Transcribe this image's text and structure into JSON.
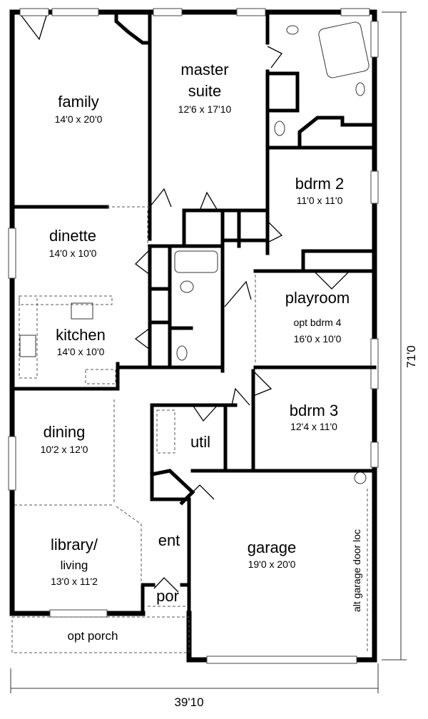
{
  "rooms": {
    "family": {
      "name": "family",
      "size": "14'0 x 20'0"
    },
    "master": {
      "name1": "master",
      "name2": "suite",
      "size": "12'6 x 17'10"
    },
    "bdrm2": {
      "name": "bdrm 2",
      "size": "11'0 x 11'0"
    },
    "dinette": {
      "name": "dinette",
      "size": "14'0 x 10'0"
    },
    "playroom": {
      "name": "playroom",
      "sub": "opt bdrm 4",
      "size": "16'0 x 10'0"
    },
    "kitchen": {
      "name": "kitchen",
      "size": "14'0 x 10'0"
    },
    "bdrm3": {
      "name": "bdrm 3",
      "size": "12'4 x 11'0"
    },
    "dining": {
      "name": "dining",
      "size": "10'2 x 12'0"
    },
    "util": {
      "name": "util"
    },
    "library": {
      "name1": "library/",
      "name2": "living",
      "size": "13'0 x 11'2"
    },
    "ent": {
      "name": "ent"
    },
    "garage": {
      "name": "garage",
      "size": "19'0 x 20'0",
      "note": "alt garage door loc"
    },
    "por": {
      "name": "por"
    },
    "opt_porch": {
      "name": "opt porch"
    }
  },
  "dimensions": {
    "width": "39'10",
    "depth": "71'0"
  }
}
